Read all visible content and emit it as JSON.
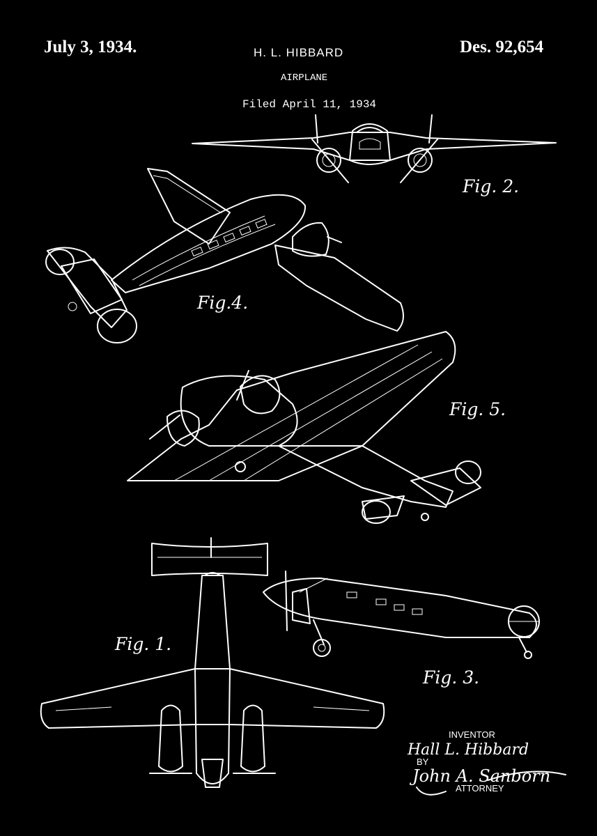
{
  "header": {
    "date": "July 3, 1934.",
    "inventor_name": "H. L. HIBBARD",
    "patent_number": "Des. 92,654",
    "title": "AIRPLANE",
    "filed": "Filed April 11, 1934"
  },
  "figures": {
    "fig1": "Fig. 1.",
    "fig2": "Fig. 2.",
    "fig3": "Fig. 3.",
    "fig4": "Fig.4.",
    "fig5": "Fig. 5."
  },
  "signature_block": {
    "inventor_label": "INVENTOR",
    "inventor_signature": "Hall L. Hibbard",
    "by_label": "BY",
    "attorney_signature": "John A. Sanborn",
    "attorney_label": "ATTORNEY"
  },
  "colors": {
    "background": "#000000",
    "ink": "#ffffff"
  }
}
